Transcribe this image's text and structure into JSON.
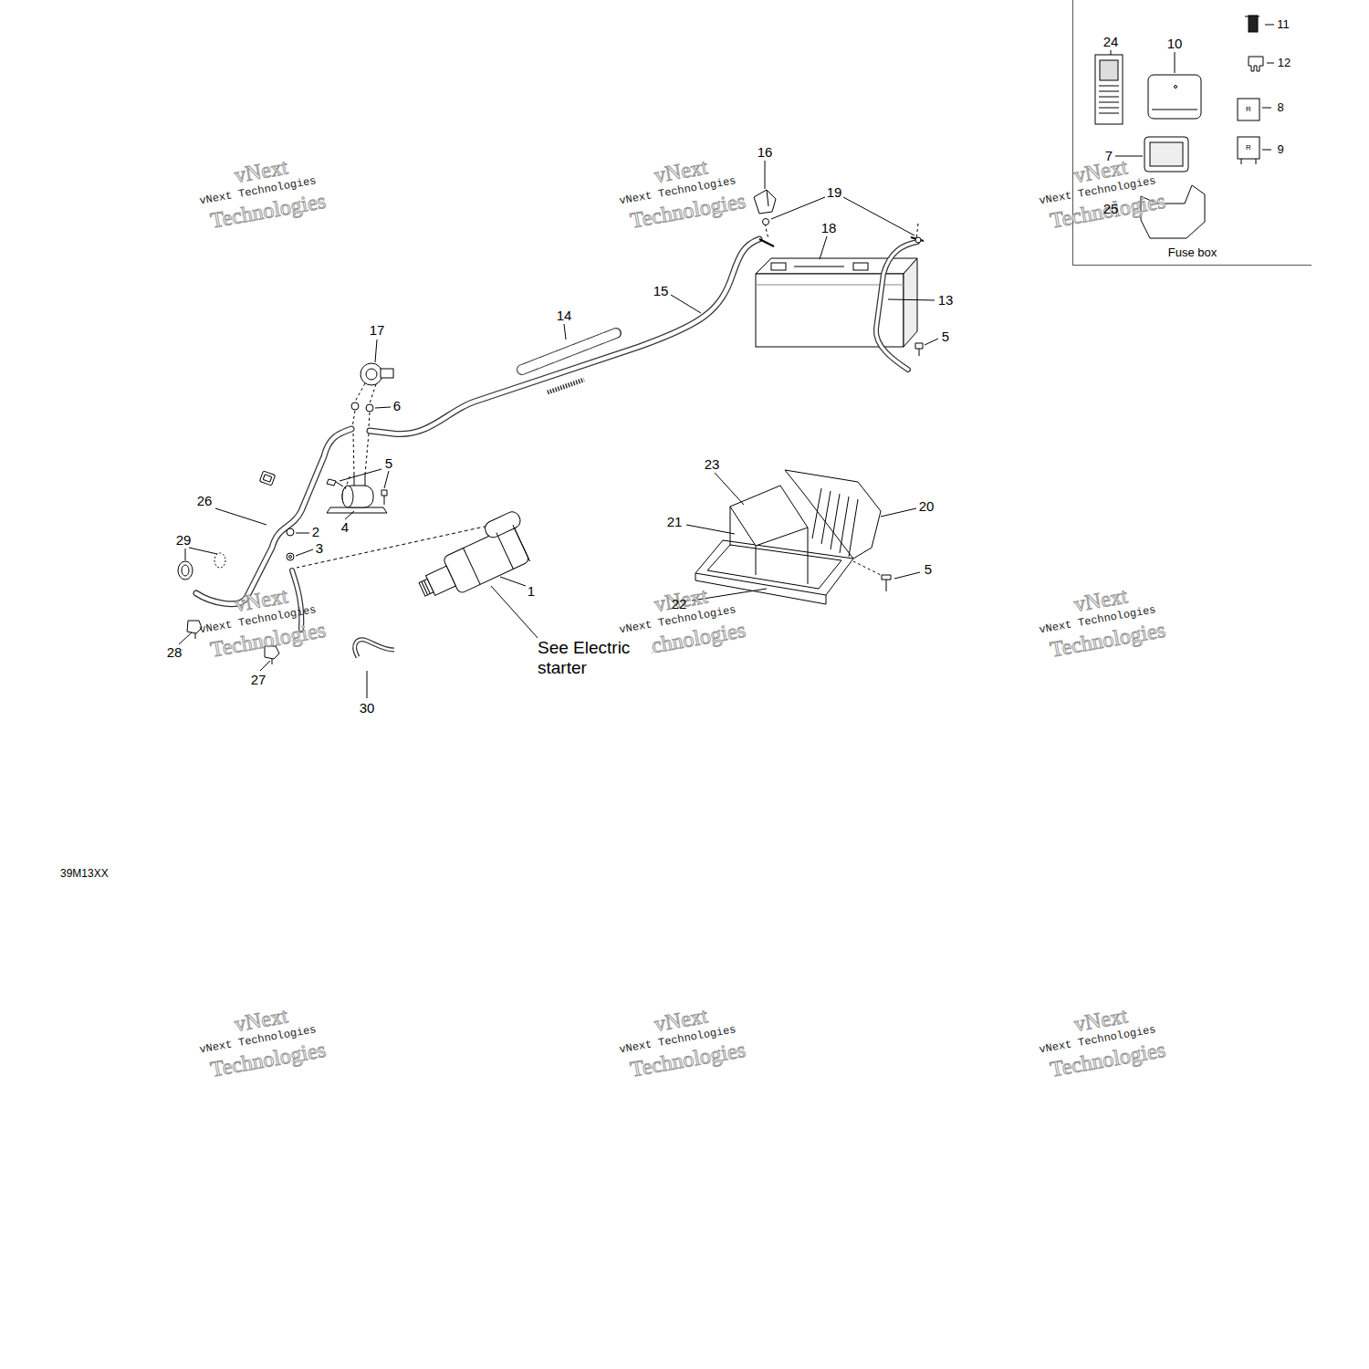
{
  "diagram": {
    "nodes": [
      {
        "text": [
          "Fuse box"
        ]
      }
    ],
    "labels": [
      "24",
      "10",
      "11",
      "12",
      "8",
      "9",
      "7",
      "25",
      "R",
      "R",
      "16",
      "19",
      "18",
      "15",
      "13",
      "5",
      "14",
      "17",
      "6",
      "5",
      "26",
      "4",
      "2",
      "3",
      "29",
      "1",
      "23",
      "21",
      "20",
      "5",
      "22",
      "28",
      "27",
      "30",
      "See Electric starter",
      "39M13XX",
      "vNext Technologies",
      "vNext Technologies",
      "vNext Technologies",
      "vNext Technologies",
      "vNext Technologies",
      "vNext Technologies",
      "vNext Technologies",
      "vNext Technologies",
      "vNext Technologies",
      "vNext Technologies",
      "vNext Technologies",
      "vNext Technologies",
      "vNext Technologies",
      "vNext Technologies",
      "vNext Technologies",
      "vNext Technologies",
      "vNext Technologies",
      "vNext Technologies"
    ]
  }
}
